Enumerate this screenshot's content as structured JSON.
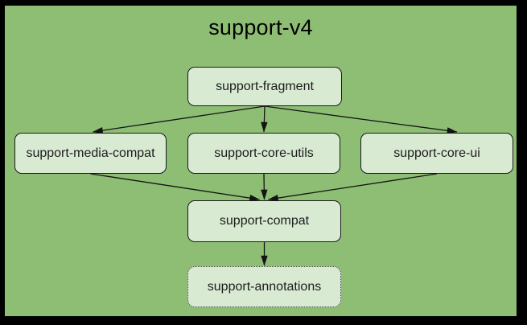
{
  "diagram": {
    "title": "support-v4",
    "nodes": [
      {
        "id": "support-fragment",
        "label": "support-fragment",
        "border_style": "solid"
      },
      {
        "id": "support-media-compat",
        "label": "support-media-compat",
        "border_style": "solid"
      },
      {
        "id": "support-core-utils",
        "label": "support-core-utils",
        "border_style": "solid"
      },
      {
        "id": "support-core-ui",
        "label": "support-core-ui",
        "border_style": "solid"
      },
      {
        "id": "support-compat",
        "label": "support-compat",
        "border_style": "solid"
      },
      {
        "id": "support-annotations",
        "label": "support-annotations",
        "border_style": "dotted"
      }
    ],
    "edges": [
      {
        "from": "support-fragment",
        "to": "support-media-compat",
        "tdx": 3
      },
      {
        "from": "support-fragment",
        "to": "support-core-utils",
        "tdx": 0
      },
      {
        "from": "support-fragment",
        "to": "support-core-ui",
        "tdx": 25
      },
      {
        "from": "support-media-compat",
        "to": "support-compat",
        "tdx": -6
      },
      {
        "from": "support-core-utils",
        "to": "support-compat",
        "tdx": 0
      },
      {
        "from": "support-core-ui",
        "to": "support-compat",
        "tdx": 5
      },
      {
        "from": "support-compat",
        "to": "support-annotations",
        "tdx": 0
      }
    ],
    "colors": {
      "outer_background": "#000000",
      "canvas_background": "#8dbe74",
      "node_fill": "#d9ead3",
      "node_border": "#1a1a1a",
      "edge": "#141414",
      "title_text": "#000000"
    }
  }
}
